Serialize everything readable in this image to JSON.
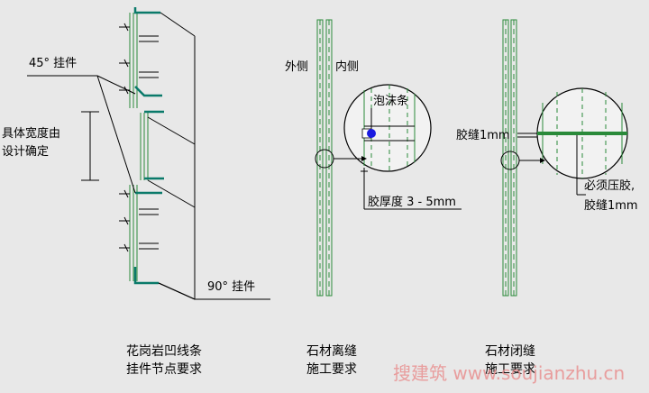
{
  "panel_left": {
    "label_45": "45° 挂件",
    "label_width_line1": "具体宽度由",
    "label_width_line2": "设计确定",
    "label_90": "90° 挂件",
    "caption_line1": "花岗岩凹线条",
    "caption_line2": "挂件节点要求"
  },
  "panel_middle": {
    "label_outer": "外侧",
    "label_inner": "内侧",
    "label_foam": "泡沫条",
    "label_thickness": "胶厚度 3 - 5mm",
    "caption_line1": "石材离缝",
    "caption_line2": "施工要求"
  },
  "panel_right": {
    "label_gap": "胶缝1mm",
    "label_press_line1": "必须压胶,",
    "label_press_line2": "胶缝1mm",
    "caption_line1": "石材闭缝",
    "caption_line2": "施工要求"
  },
  "watermark": "搜建筑 www.soujianzhu.cn",
  "colors": {
    "stone": "#2a8a3a",
    "bracket": "#0a7a6a",
    "foam": "#1a1ae0",
    "line": "#000000",
    "watermark": "#e89090"
  }
}
